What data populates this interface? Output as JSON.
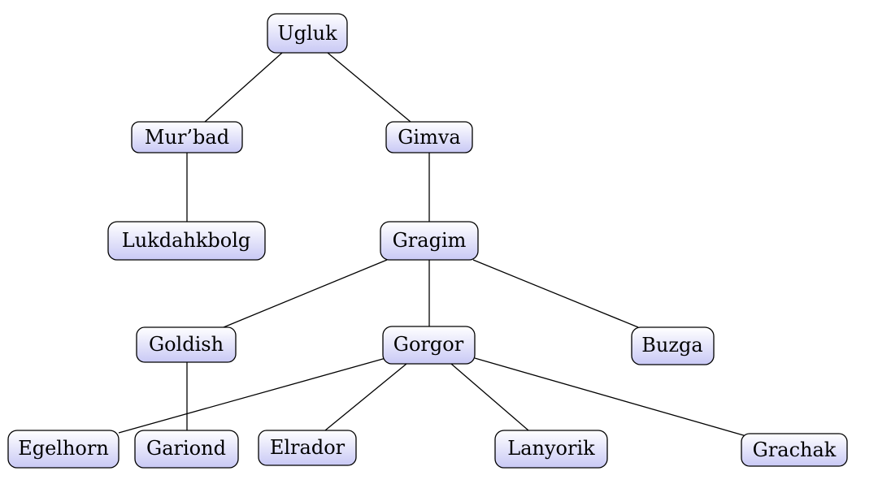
{
  "tree": {
    "node_fill_top": "#ffffff",
    "node_fill_bottom": "#c9c9f5",
    "nodes": {
      "ugluk": "Ugluk",
      "murbad": "Mur’bad",
      "gimva": "Gimva",
      "lukdahkbolg": "Lukdahkbolg",
      "gragim": "Gragim",
      "goldish": "Goldish",
      "gorgor": "Gorgor",
      "buzga": "Buzga",
      "egelhorn": "Egelhorn",
      "gariond": "Gariond",
      "elrador": "Elrador",
      "lanyorik": "Lanyorik",
      "grachak": "Grachak"
    },
    "edges": [
      [
        "ugluk",
        "murbad"
      ],
      [
        "ugluk",
        "gimva"
      ],
      [
        "murbad",
        "lukdahkbolg"
      ],
      [
        "gimva",
        "gragim"
      ],
      [
        "gragim",
        "goldish"
      ],
      [
        "gragim",
        "gorgor"
      ],
      [
        "gragim",
        "buzga"
      ],
      [
        "goldish",
        "gariond"
      ],
      [
        "gorgor",
        "egelhorn"
      ],
      [
        "gorgor",
        "elrador"
      ],
      [
        "gorgor",
        "lanyorik"
      ],
      [
        "gorgor",
        "grachak"
      ]
    ]
  }
}
